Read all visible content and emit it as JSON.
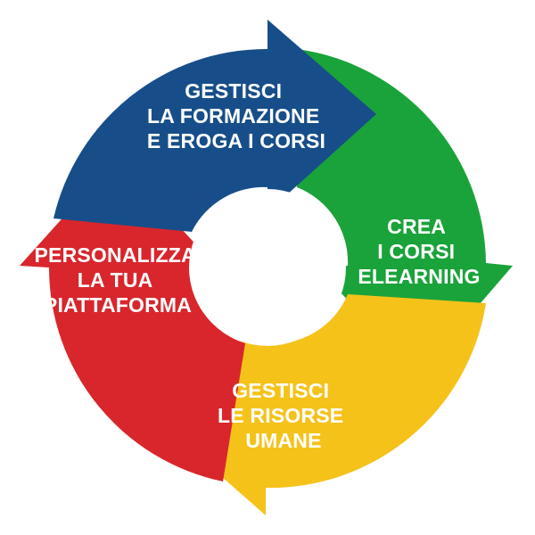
{
  "diagram": {
    "segments": [
      {
        "id": "blue",
        "color": "#174e8a",
        "lines": [
          "GESTISCI",
          "LA FORMAZIONE",
          "E EROGA I CORSI"
        ]
      },
      {
        "id": "green",
        "color": "#1aa33a",
        "lines": [
          "CREA",
          "I CORSI",
          "ELEARNING"
        ]
      },
      {
        "id": "yellow",
        "color": "#f5c21a",
        "lines": [
          "GESTISCI",
          "LE RISORSE",
          "UMANE"
        ]
      },
      {
        "id": "red",
        "color": "#d8262c",
        "lines": [
          "PERSONALIZZA",
          "LA TUA",
          "PIATTAFORMA"
        ]
      }
    ]
  }
}
